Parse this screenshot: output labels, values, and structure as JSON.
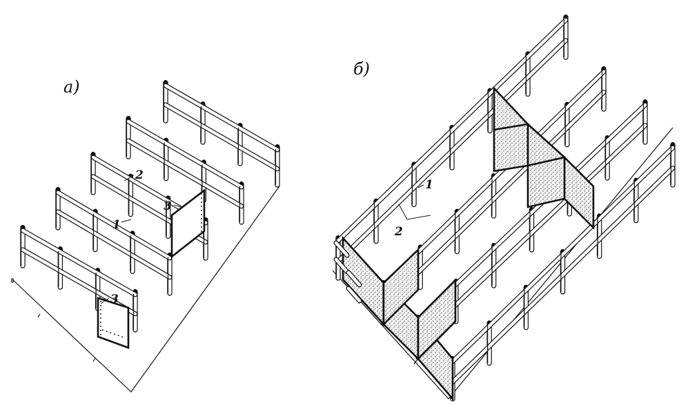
{
  "panels": [
    {
      "id": "a",
      "label": "а)"
    },
    {
      "id": "b",
      "label": "б)"
    }
  ],
  "callouts": {
    "a": [
      "2",
      "1",
      "3",
      "3"
    ],
    "b": [
      "1",
      "2"
    ]
  },
  "colors": {
    "ink": "#111111",
    "fill": "#ffffff",
    "stipple": "#555555"
  }
}
